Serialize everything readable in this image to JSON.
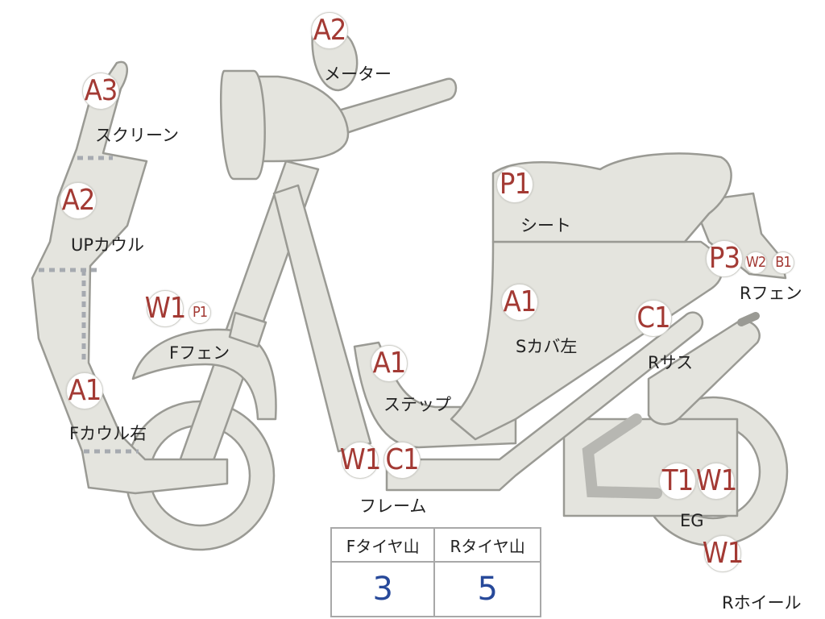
{
  "parts": [
    {
      "id": "screen",
      "code": "A3",
      "label": "スクリーン"
    },
    {
      "id": "meter",
      "code": "A2",
      "label": "メーター"
    },
    {
      "id": "up-cowl",
      "code": "A2",
      "label": "UPカウル"
    },
    {
      "id": "front-fender",
      "codes": [
        "W1",
        "P1"
      ],
      "label": "Fフェン"
    },
    {
      "id": "front-cowl-right",
      "code": "A1",
      "label": "Fカウル右"
    },
    {
      "id": "seat",
      "code": "P1",
      "label": "シート"
    },
    {
      "id": "side-cover-left",
      "code": "A1",
      "label": "Sカバ左"
    },
    {
      "id": "step",
      "code": "A1",
      "label": "ステップ"
    },
    {
      "id": "frame",
      "codes": [
        "W1",
        "C1"
      ],
      "label": "フレーム"
    },
    {
      "id": "rear-fender",
      "codes": [
        "P3",
        "W2",
        "B1"
      ],
      "label": "Rフェン"
    },
    {
      "id": "rear-suspension",
      "code": "C1",
      "label": "Rサス"
    },
    {
      "id": "engine",
      "codes": [
        "T1",
        "W1"
      ],
      "label": "EG"
    },
    {
      "id": "rear-wheel",
      "code": "W1",
      "label": "Rホイール"
    }
  ],
  "tread_table": {
    "headers": [
      "Fタイヤ山",
      "Rタイヤ山"
    ],
    "values": [
      "3",
      "5"
    ]
  },
  "colors": {
    "body": "#e4e4de",
    "outline": "#9a9a94",
    "code_text": "#a33a34",
    "value_text": "#27499a",
    "divider": "#a6aab0"
  }
}
